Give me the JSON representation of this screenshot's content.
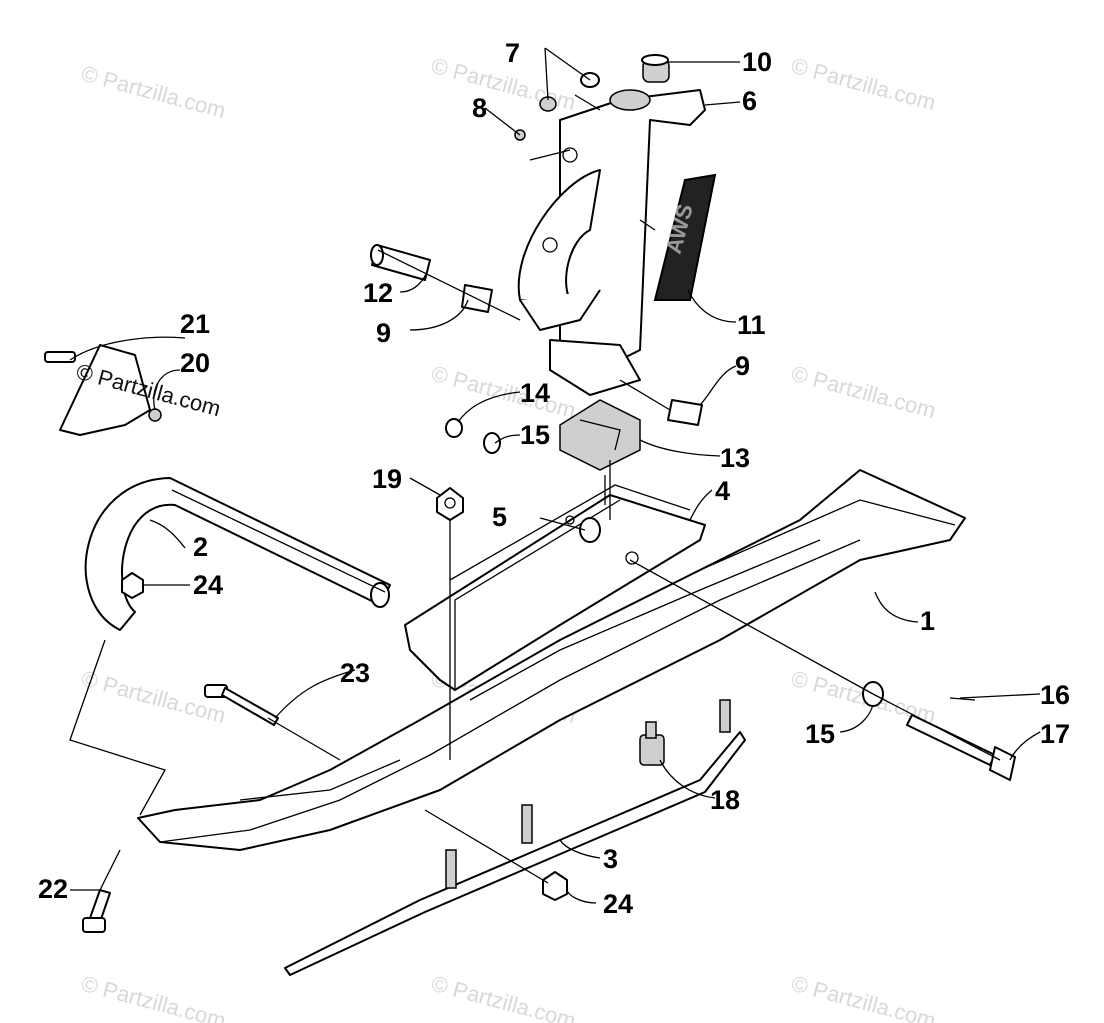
{
  "watermark": {
    "text": "© Partzilla.com",
    "callout_text": "© Partzilla.com"
  },
  "decal": {
    "text": "AWS"
  },
  "callouts": [
    {
      "id": "c1",
      "num": "1"
    },
    {
      "id": "c2",
      "num": "2"
    },
    {
      "id": "c3",
      "num": "3"
    },
    {
      "id": "c4",
      "num": "4"
    },
    {
      "id": "c5",
      "num": "5"
    },
    {
      "id": "c6",
      "num": "6"
    },
    {
      "id": "c7",
      "num": "7"
    },
    {
      "id": "c8",
      "num": "8"
    },
    {
      "id": "c9a",
      "num": "9"
    },
    {
      "id": "c9b",
      "num": "9"
    },
    {
      "id": "c10",
      "num": "10"
    },
    {
      "id": "c11",
      "num": "11"
    },
    {
      "id": "c12",
      "num": "12"
    },
    {
      "id": "c13",
      "num": "13"
    },
    {
      "id": "c14",
      "num": "14"
    },
    {
      "id": "c15a",
      "num": "15"
    },
    {
      "id": "c15b",
      "num": "15"
    },
    {
      "id": "c16",
      "num": "16"
    },
    {
      "id": "c17",
      "num": "17"
    },
    {
      "id": "c18",
      "num": "18"
    },
    {
      "id": "c19",
      "num": "19"
    },
    {
      "id": "c20",
      "num": "20"
    },
    {
      "id": "c21",
      "num": "21"
    },
    {
      "id": "c22",
      "num": "22"
    },
    {
      "id": "c23",
      "num": "23"
    },
    {
      "id": "c24a",
      "num": "24"
    },
    {
      "id": "c24b",
      "num": "24"
    }
  ]
}
